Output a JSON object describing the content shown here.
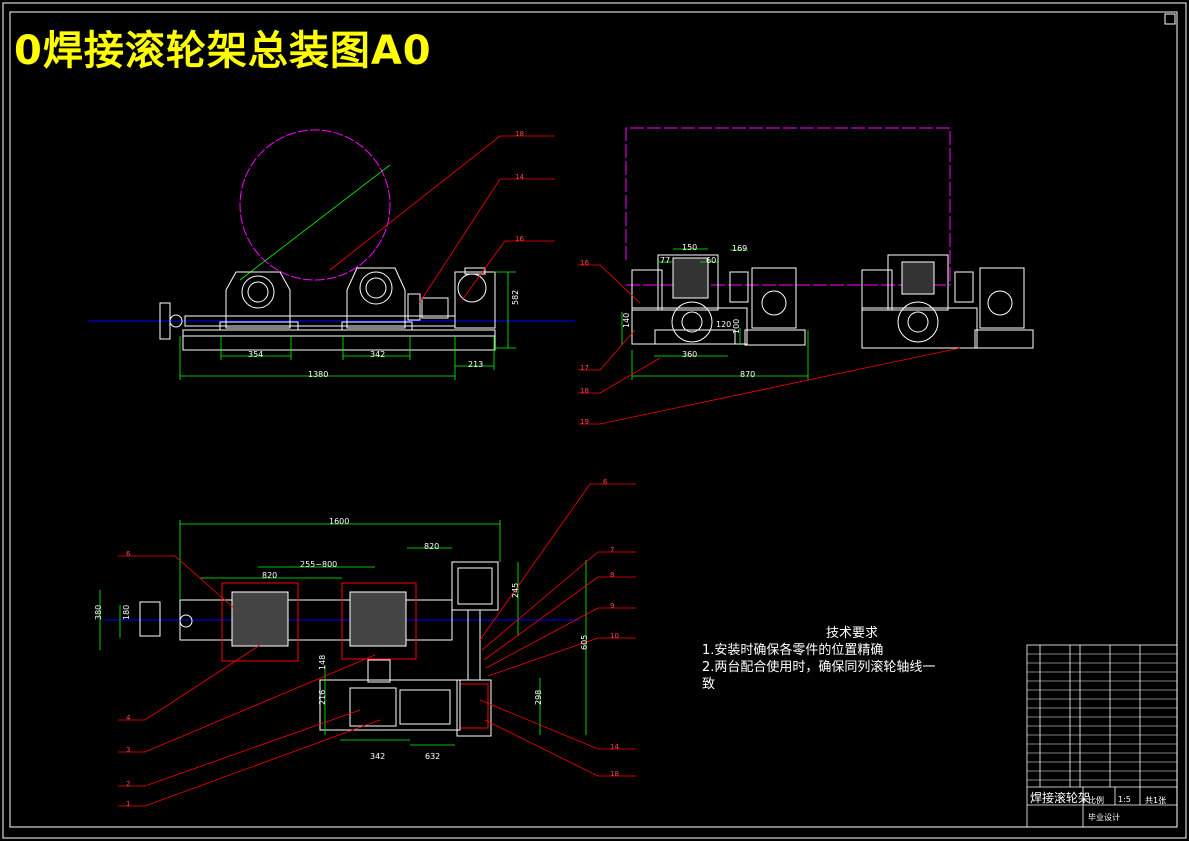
{
  "title": "0焊接滚轮架总装图A0",
  "technical_requirements": {
    "heading": "技术要求",
    "items": [
      "1.安装时确保各零件的位置精确",
      "2.两台配合使用时，确保同列滚轮轴线一",
      "致"
    ]
  },
  "dimensions": {
    "front": [
      "354",
      "342",
      "1380",
      "213",
      "582"
    ],
    "side": [
      "150",
      "60",
      "77",
      "169",
      "120",
      "360",
      "870",
      "100",
      "140"
    ],
    "plan": [
      "1600",
      "820",
      "255~800",
      "820",
      "380",
      "180",
      "245",
      "605",
      "298",
      "148",
      "216",
      "342",
      "632"
    ]
  },
  "leader_numbers": {
    "front": [
      "18",
      "14",
      "16"
    ],
    "side": [
      "16",
      "17",
      "18",
      "19"
    ],
    "plan_right": [
      "6",
      "7",
      "8",
      "9",
      "10",
      "14",
      "18"
    ],
    "plan_left": [
      "6",
      "4",
      "3",
      "2",
      "1"
    ]
  },
  "title_block": {
    "drawing_name": "焊接滚轮架",
    "scale_label": "比例",
    "scale": "1:5",
    "sheet": "共1张",
    "design": "毕业设计"
  },
  "colors": {
    "background": "#000000",
    "outline": "#ffffff",
    "dimension": "#00ff00",
    "leader": "#ff0000",
    "centerline": "#0000ff",
    "workpiece": "#ff00ff",
    "title": "#ffff00"
  }
}
